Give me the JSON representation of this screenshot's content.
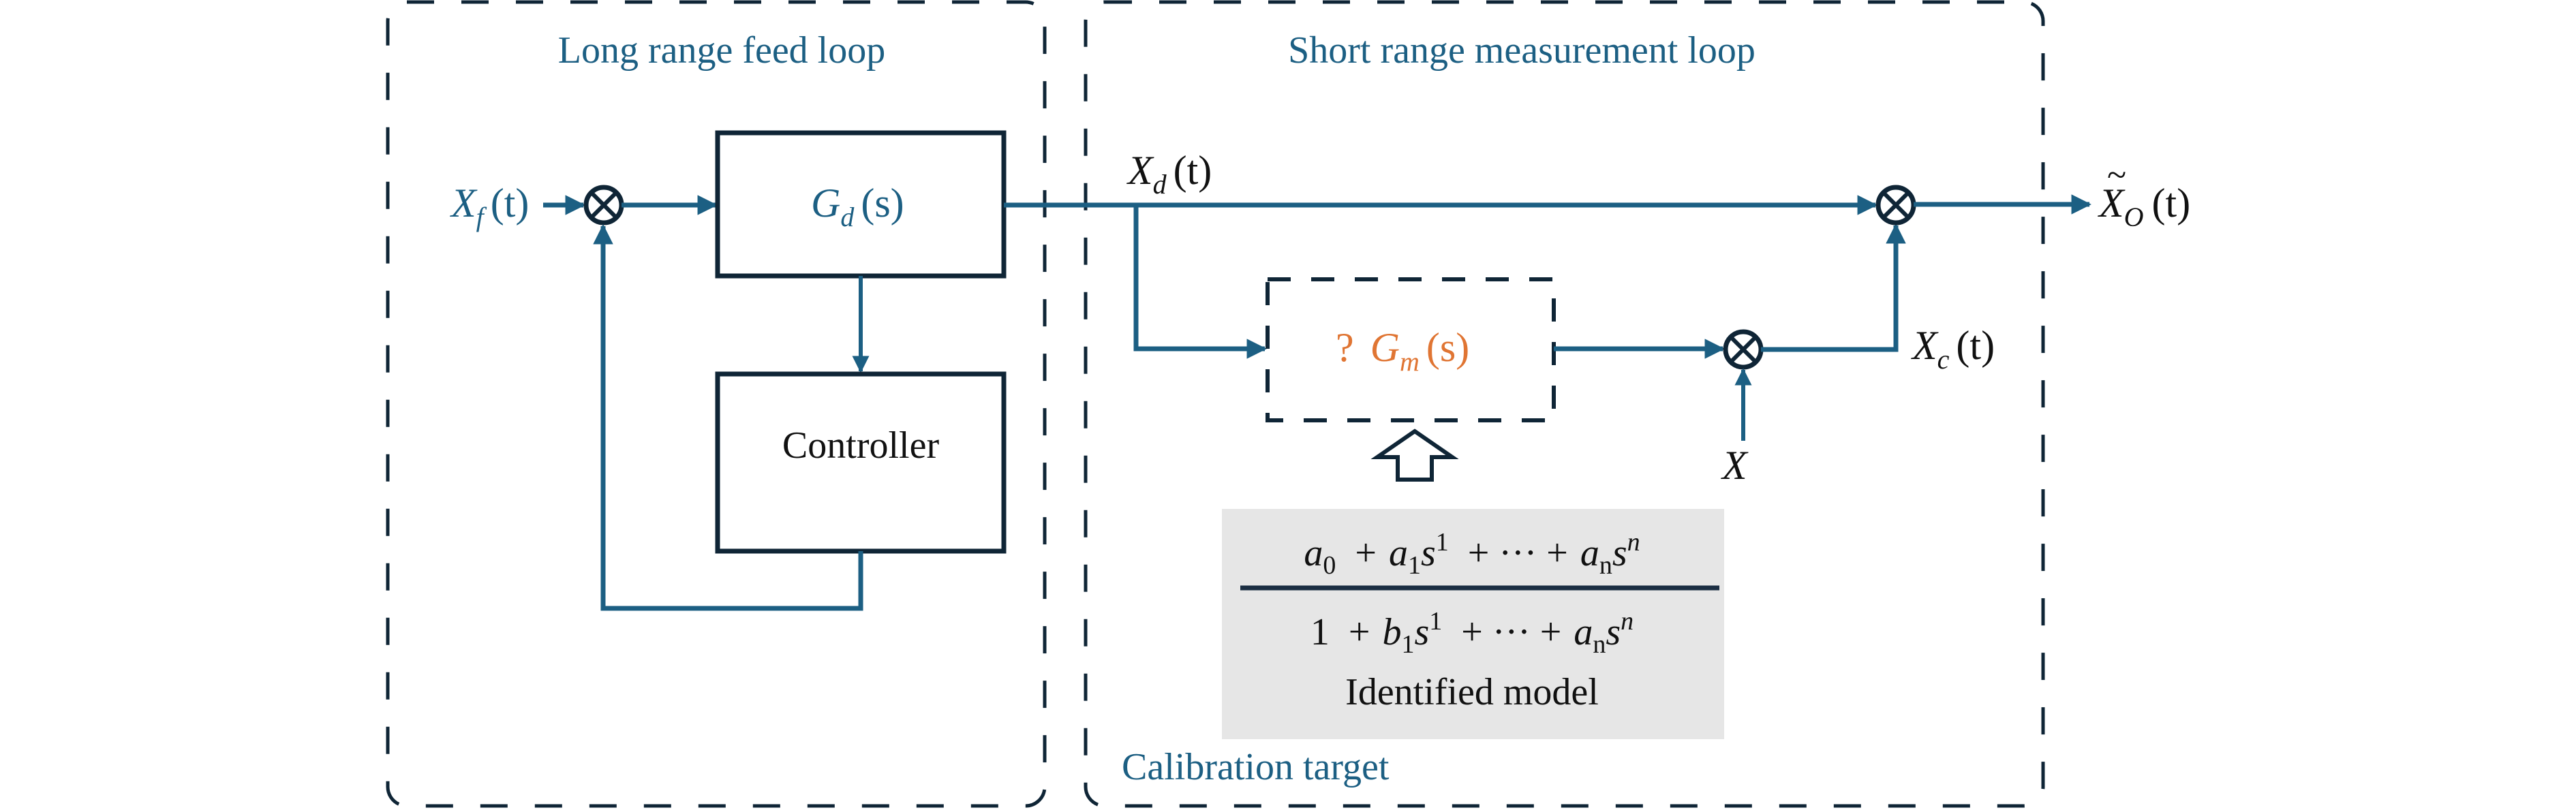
{
  "loops": {
    "long_range": {
      "title": "Long range feed loop"
    },
    "short_range": {
      "title": "Short range measurement loop",
      "footer": "Calibration target"
    }
  },
  "signals": {
    "input": {
      "symbol": "X",
      "subscript": "f",
      "arg": "(t)"
    },
    "drive_output": {
      "symbol": "X",
      "subscript": "d",
      "arg": "(t)"
    },
    "corrected": {
      "symbol": "X",
      "subscript": "c",
      "arg": "(t)"
    },
    "measurement": {
      "symbol": "X"
    },
    "output": {
      "symbol": "X",
      "accent": "~",
      "subscript": "O",
      "arg": "(t)"
    }
  },
  "blocks": {
    "drive": {
      "symbol": "G",
      "subscript": "d",
      "arg": "(s)"
    },
    "controller": {
      "label": "Controller"
    },
    "measurement_model": {
      "prefix": "?",
      "symbol": "G",
      "subscript": "m",
      "arg": "(s)"
    }
  },
  "identified_model": {
    "numerator": {
      "terms": [
        {
          "c": "a",
          "sub": "0",
          "sup": ""
        },
        {
          "op": "+"
        },
        {
          "c": "a",
          "sub": "1",
          "var": "s",
          "sup": "1"
        },
        {
          "op": "+ ··· +"
        },
        {
          "c": "a",
          "sub": "n",
          "var": "s",
          "sup": "n"
        }
      ]
    },
    "denominator": {
      "terms": [
        {
          "c": "1"
        },
        {
          "op": "+"
        },
        {
          "c": "b",
          "sub": "1",
          "var": "s",
          "sup": "1"
        },
        {
          "op": "+ ··· +"
        },
        {
          "c": "a",
          "sub": "n",
          "var": "s",
          "sup": "n"
        }
      ]
    },
    "label": "Identified model"
  },
  "icons": {
    "summing_junction": "circled-times",
    "model_feed_arrow": "hollow-up-arrow"
  },
  "colors": {
    "signal": "#1c5f83",
    "border": "#0f2536",
    "unknown_model": "#e07533",
    "model_panel": "#e6e6e6"
  }
}
